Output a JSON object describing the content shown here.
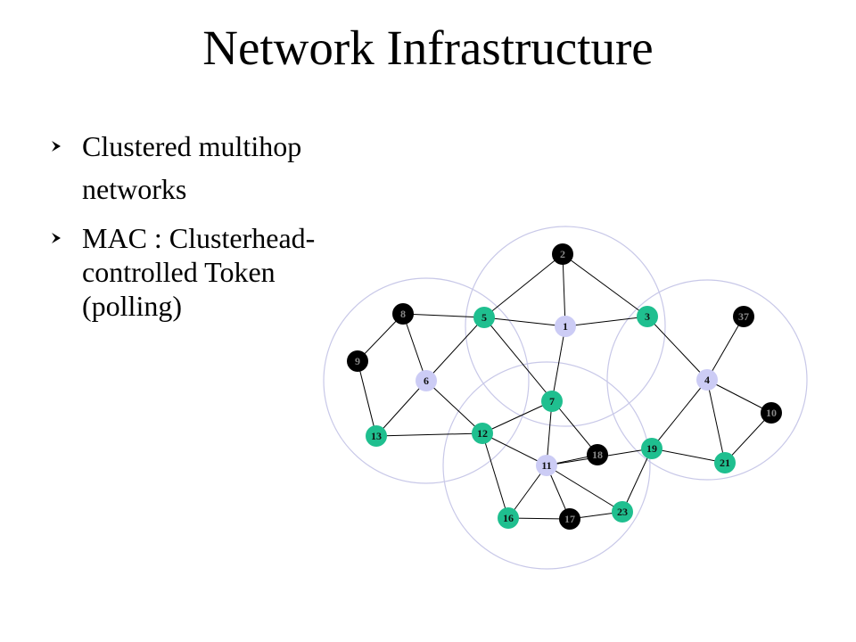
{
  "slide": {
    "title": "Network Infrastructure",
    "bullets": [
      {
        "text": "Clustered multihop networks"
      },
      {
        "text": "MAC : Clusterhead-controlled Token (polling)"
      }
    ]
  },
  "colors": {
    "clusterhead": "#ccccf5",
    "gateway": "#1fbf8f",
    "ordinary": "#000000",
    "cluster_ring": "#c8c8e8",
    "edge": "#000000"
  },
  "network": {
    "clusters": [
      {
        "id": "cluster-1",
        "head": "1"
      },
      {
        "id": "cluster-4",
        "head": "4"
      },
      {
        "id": "cluster-6",
        "head": "6"
      },
      {
        "id": "cluster-11",
        "head": "11"
      }
    ],
    "nodes": [
      {
        "id": "1",
        "label": "1",
        "role": "clusterhead"
      },
      {
        "id": "2",
        "label": "2",
        "role": "ordinary"
      },
      {
        "id": "3",
        "label": "3",
        "role": "gateway"
      },
      {
        "id": "4",
        "label": "4",
        "role": "clusterhead"
      },
      {
        "id": "5",
        "label": "5",
        "role": "gateway"
      },
      {
        "id": "6",
        "label": "6",
        "role": "clusterhead"
      },
      {
        "id": "7",
        "label": "7",
        "role": "gateway"
      },
      {
        "id": "8",
        "label": "8",
        "role": "ordinary"
      },
      {
        "id": "9",
        "label": "9",
        "role": "ordinary"
      },
      {
        "id": "10",
        "label": "10",
        "role": "ordinary"
      },
      {
        "id": "11",
        "label": "11",
        "role": "clusterhead"
      },
      {
        "id": "12",
        "label": "12",
        "role": "gateway"
      },
      {
        "id": "13",
        "label": "13",
        "role": "gateway"
      },
      {
        "id": "16",
        "label": "16",
        "role": "gateway"
      },
      {
        "id": "17",
        "label": "17",
        "role": "ordinary"
      },
      {
        "id": "18",
        "label": "18",
        "role": "ordinary"
      },
      {
        "id": "19",
        "label": "19",
        "role": "gateway"
      },
      {
        "id": "21",
        "label": "21",
        "role": "gateway"
      },
      {
        "id": "23",
        "label": "23",
        "role": "gateway"
      },
      {
        "id": "37",
        "label": "37",
        "role": "ordinary"
      }
    ],
    "edges": [
      [
        "2",
        "5"
      ],
      [
        "2",
        "1"
      ],
      [
        "2",
        "3"
      ],
      [
        "5",
        "1"
      ],
      [
        "1",
        "3"
      ],
      [
        "1",
        "7"
      ],
      [
        "5",
        "8"
      ],
      [
        "5",
        "6"
      ],
      [
        "5",
        "18"
      ],
      [
        "8",
        "9"
      ],
      [
        "8",
        "6"
      ],
      [
        "9",
        "13"
      ],
      [
        "6",
        "13"
      ],
      [
        "6",
        "12"
      ],
      [
        "13",
        "12"
      ],
      [
        "12",
        "7"
      ],
      [
        "12",
        "11"
      ],
      [
        "12",
        "16"
      ],
      [
        "7",
        "11"
      ],
      [
        "11",
        "18"
      ],
      [
        "11",
        "19"
      ],
      [
        "11",
        "16"
      ],
      [
        "11",
        "17"
      ],
      [
        "11",
        "23"
      ],
      [
        "16",
        "17"
      ],
      [
        "17",
        "23"
      ],
      [
        "23",
        "19"
      ],
      [
        "19",
        "21"
      ],
      [
        "19",
        "4"
      ],
      [
        "3",
        "4"
      ],
      [
        "4",
        "37"
      ],
      [
        "4",
        "10"
      ],
      [
        "4",
        "21"
      ],
      [
        "10",
        "21"
      ]
    ]
  }
}
